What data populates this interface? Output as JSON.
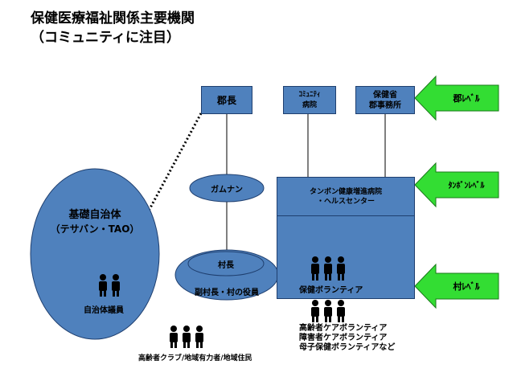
{
  "title": {
    "line1": "保健医療福祉関係主要機関",
    "line2": "（コミュニティに注目）"
  },
  "boxes": {
    "gun_cho": "郡長",
    "community_hospital": [
      "ｺﾐｭﾆﾃｨ",
      "病院"
    ],
    "health_office": [
      "保健省",
      "郡事務所"
    ],
    "tambon_hospital": [
      "タンボン健康増進病院",
      "・ヘルスセンター"
    ]
  },
  "ellipses": {
    "kamnan": "ガムナン",
    "village_head": "村長",
    "village_officials": "副村長・村の役員",
    "local_gov": [
      "基礎自治体",
      "（テサバン・TAO）"
    ]
  },
  "labels": {
    "local_gov_members": "自治体議員",
    "health_volunteer": "保健ボランティア",
    "other_volunteers": [
      "高齢者ケアボランティア",
      "障害者ケアボランティア",
      "母子保健ボランティアなど"
    ],
    "residents": "高齢者クラブ/地域有力者/地域住民"
  },
  "arrows": {
    "district": "郡ﾚﾍﾞﾙ",
    "tambon": "ﾀﾝﾎﾞﾝﾚﾍﾞﾙ",
    "village": "村ﾚﾍﾞﾙ"
  },
  "colors": {
    "box_fill": "#4f81bd",
    "arrow_fill": "#33dd33"
  },
  "icons": [
    "people-icon"
  ]
}
